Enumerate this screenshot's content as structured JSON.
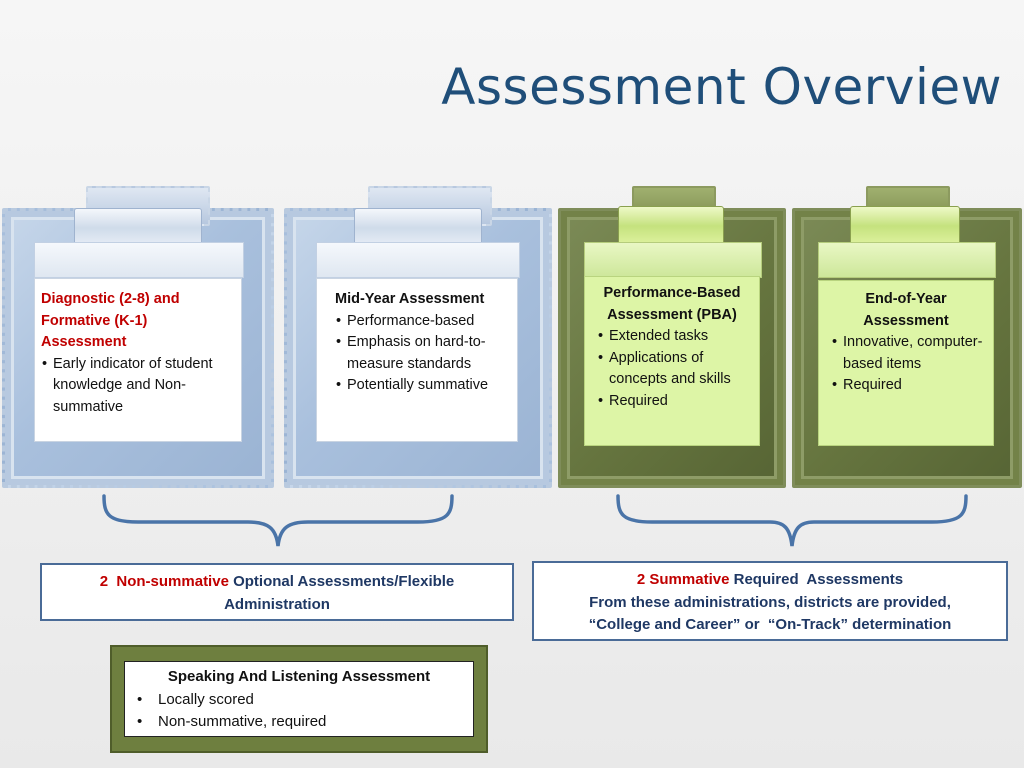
{
  "title": "Assessment Overview",
  "cards": [
    {
      "heading": "Diagnostic (2-8) and Formative (K-1) Assessment",
      "bullets": [
        "Early indicator of student knowledge and Non-summative"
      ]
    },
    {
      "heading": "Mid-Year Assessment",
      "bullets": [
        "Performance-based",
        "Emphasis on hard-to-measure standards",
        "Potentially summative"
      ]
    },
    {
      "heading": "Performance-Based Assessment (PBA)",
      "bullets": [
        "Extended tasks",
        "Applications of concepts and skills",
        "Required"
      ]
    },
    {
      "heading": "End-of-Year Assessment",
      "bullets": [
        "Innovative, computer-based items",
        "Required"
      ]
    }
  ],
  "nonsummative_box": {
    "count": "2",
    "red": "Non-summative",
    "rest": "Optional Assessments/Flexible Administration"
  },
  "summative_box": {
    "count": "2",
    "red": "Summative",
    "rest": "Required  Assessments",
    "line2": "From these administrations, districts are provided,",
    "line3": "“College and Career” or  “On-Track” determination"
  },
  "speaking": {
    "heading": "Speaking And Listening Assessment",
    "bullets": [
      "Locally scored",
      "Non-summative, required"
    ]
  },
  "colors": {
    "title": "#1f4e79",
    "accent_red": "#c00000",
    "box_text": "#1f3864",
    "green_board": "#66753f",
    "blue_board": "#a9c0dd"
  }
}
